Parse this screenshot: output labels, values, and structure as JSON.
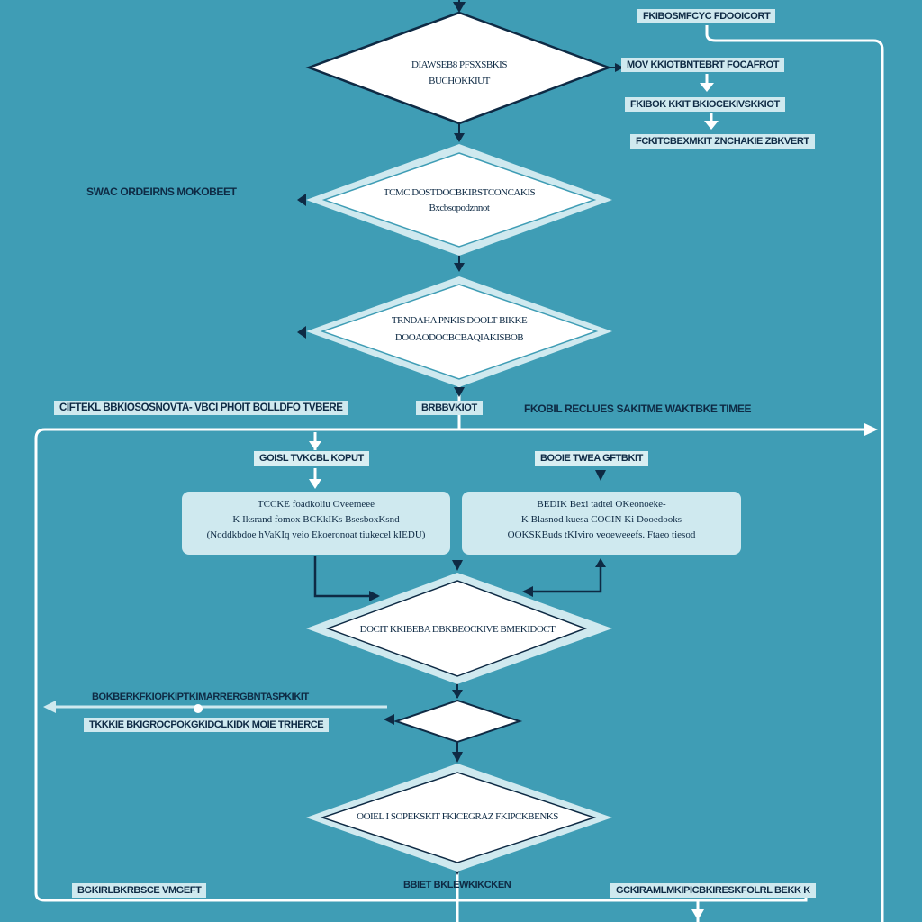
{
  "diamonds": {
    "d1": {
      "line1": "DIAWSEB8 PFSXSBKIS",
      "line2": "BUCHOKKIUT"
    },
    "d2": {
      "line1": "TCMC DOSTDOCBKIRSTCONCAKIS",
      "line2": "Bxcbsopodznnot"
    },
    "d3": {
      "line1": "TRNDAHA PNKIS DOOLT BIKKE",
      "line2": "DOOAODOCBCBAQIAKISBOB"
    },
    "d4": {
      "line1": "DOCIT KKIBEBA DBKBEOCKIVE BMEKIDOCT"
    },
    "d6": {
      "line1": "OOIEL I SOPEKSKIT FKICEGRAZ FKIPCKBENKS"
    }
  },
  "right_top": {
    "tag1": "FKIBOSMFCYC FDOOICORT",
    "tag2": "MOV KKIOTBNTEBRT FOCAFROT",
    "tag3": "FKIBOK KKIT BKIOCEKIVSKKIOT",
    "tag4": "FCKITCBEXMKIT ZNCHAKIE ZBKVERT"
  },
  "left_labels": {
    "l1": "SWAC ORDEIRNS MOKOBEET"
  },
  "mid_row": {
    "left_tag": "CIFTEKL BBKIOSOSNOVTA- VBCI PHOIT BOLLDFO TVBERE",
    "center_tag": "BRBBVKIOT",
    "right_label": "FKOBIL RECLUES SAKITME WAKTBKE TIMEE"
  },
  "branch": {
    "left_tag": "GOISL TVKCBL KOPUT",
    "right_tag": "BOOIE TWEA GFTBKIT"
  },
  "boxes": {
    "left": {
      "line1": "TCCKE foadkoliu Oveemeee",
      "line2": "K Iksrand fomox BCKkIKs BsesboxKsnd",
      "line3": "(Noddkbdoe hVaKIq veio Ekoeronoat tiukecel kIEDU)"
    },
    "right": {
      "line1": "BEDIK Bexi tadtel OKeonoeke-",
      "line2": "K Blasnod kuesa COCIN Ki Dooedooks",
      "line3": "OOKSKBuds tKIviro veoeweeefs. Ftaeo tiesod"
    }
  },
  "lower_left": {
    "tag1": "BOKBERKFKIOPKIPTKIMARRERGBNTASPKIKIT",
    "tag2": "TKKKIE BKIGROCPOKGKIDCLKIDK MOIE TRHERCE"
  },
  "bottom": {
    "left": "BGKIRLBKRBSCE VMGEFT",
    "center": "BBIET BKLEWKIKCKEN",
    "right": "GCKIRAMLMKIPICBKIRESKFOLRL BEKK K"
  }
}
